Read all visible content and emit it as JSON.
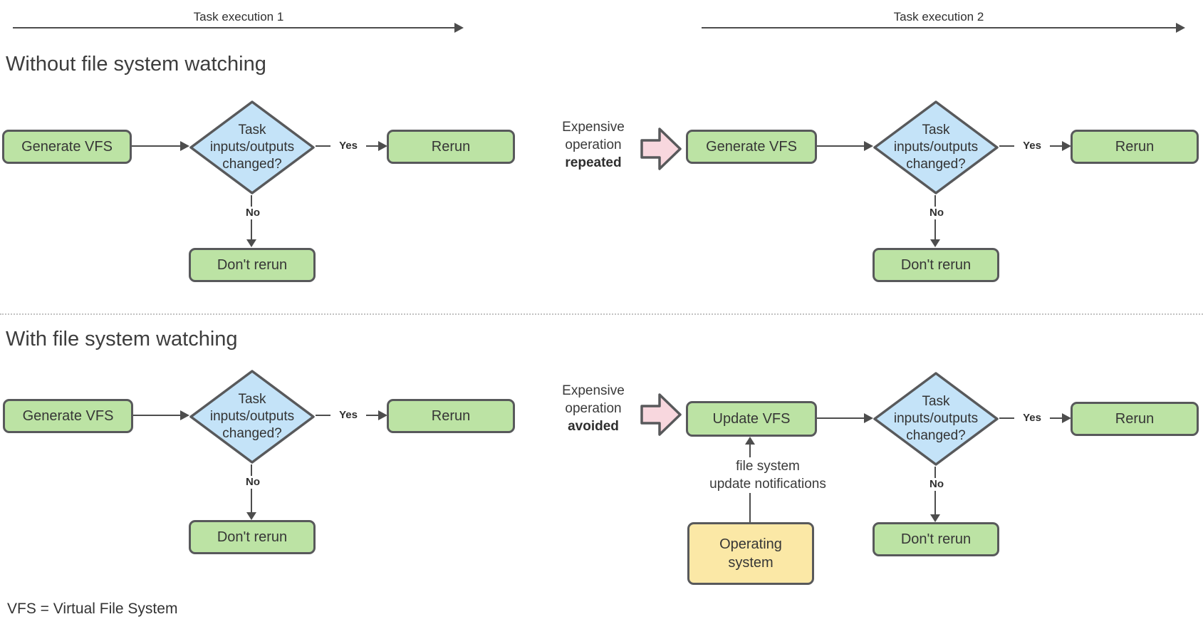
{
  "colors": {
    "green": "#bce3a4",
    "blue": "#c4e3f8",
    "yellow": "#fbe8a6",
    "pink": "#f8d7de",
    "border": "#58595b",
    "line": "#4d4d4d",
    "text": "#3a3a3a"
  },
  "timelines": [
    {
      "label": "Task execution 1"
    },
    {
      "label": "Task execution 2"
    }
  ],
  "sections": [
    {
      "heading": "Without file system watching"
    },
    {
      "heading": "With file system watching"
    }
  ],
  "flows": [
    {
      "start": "Generate VFS",
      "decision": "Task inputs/outputs changed?",
      "yes_label": "Yes",
      "yes_node": "Rerun",
      "no_label": "No",
      "no_node": "Don't rerun"
    },
    {
      "start": "Generate VFS",
      "decision": "Task inputs/outputs changed?",
      "yes_label": "Yes",
      "yes_node": "Rerun",
      "no_label": "No",
      "no_node": "Don't rerun",
      "annotation": {
        "line1": "Expensive",
        "line2": "operation",
        "emphasis": "repeated"
      }
    },
    {
      "start": "Generate VFS",
      "decision": "Task inputs/outputs changed?",
      "yes_label": "Yes",
      "yes_node": "Rerun",
      "no_label": "No",
      "no_node": "Don't rerun"
    },
    {
      "start": "Update VFS",
      "decision": "Task inputs/outputs changed?",
      "yes_label": "Yes",
      "yes_node": "Rerun",
      "no_label": "No",
      "no_node": "Don't rerun",
      "annotation": {
        "line1": "Expensive",
        "line2": "operation",
        "emphasis": "avoided"
      },
      "os_node": "Operating system",
      "notification_line1": "file system",
      "notification_line2": "update notifications"
    }
  ],
  "footnote": "VFS = Virtual File System"
}
